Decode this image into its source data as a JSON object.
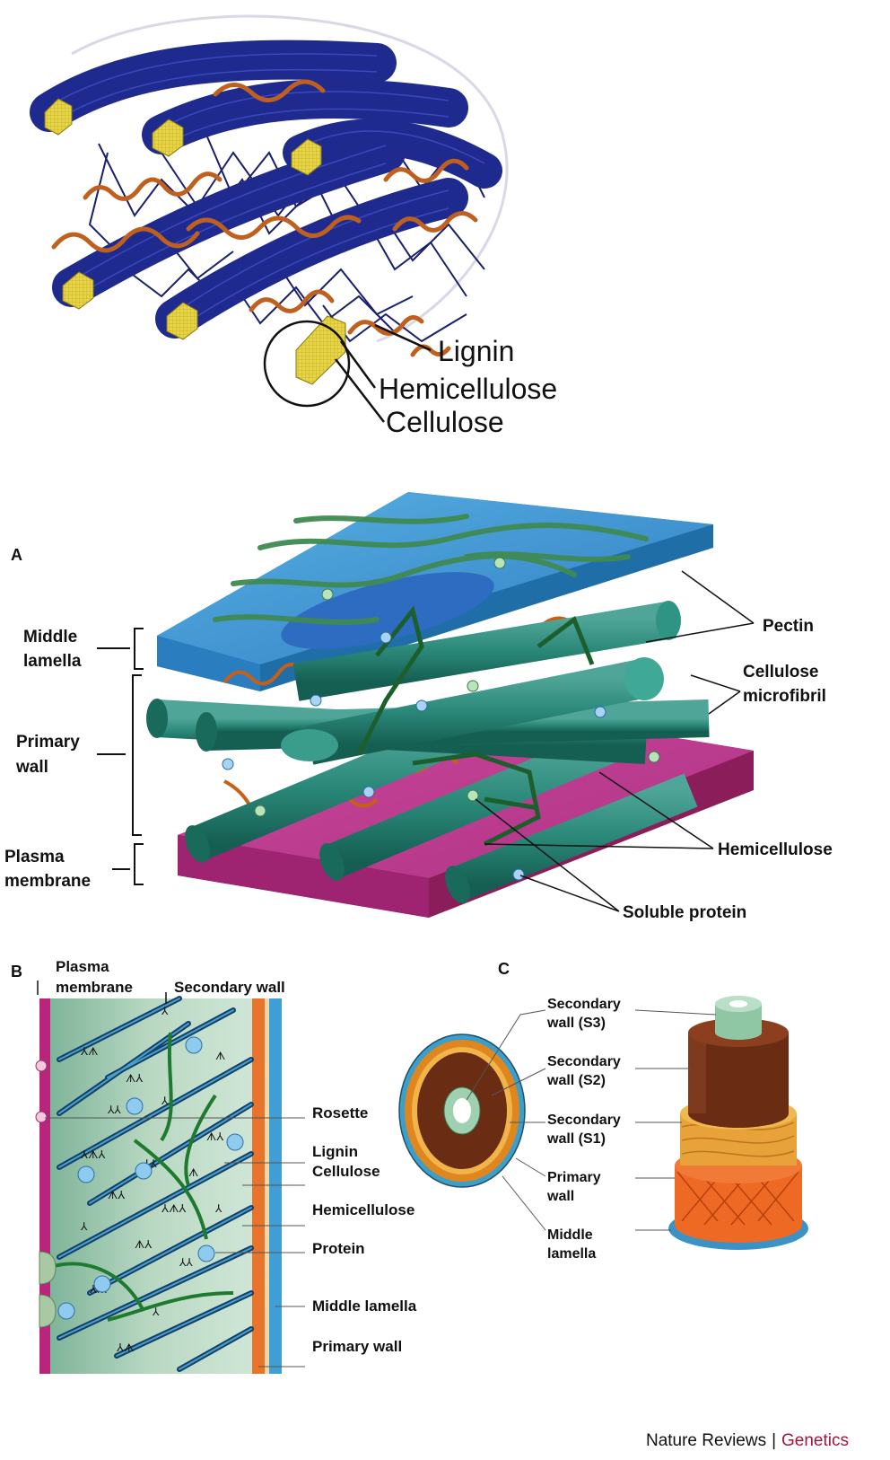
{
  "top_panel": {
    "labels": [
      "Lignin",
      "Hemicellulose",
      "Cellulose"
    ]
  },
  "panel_a": {
    "letter": "A",
    "left_labels": [
      {
        "line1": "Middle",
        "line2": "lamella"
      },
      {
        "line1": "Primary",
        "line2": "wall"
      },
      {
        "line1": "Plasma",
        "line2": "membrane"
      }
    ],
    "right_labels": {
      "pectin": "Pectin",
      "cellulose_line1": "Cellulose",
      "cellulose_line2": "microfibril",
      "hemicellulose": "Hemicellulose",
      "soluble_protein": "Soluble protein"
    }
  },
  "panel_b": {
    "letter": "B",
    "plasma_line1": "Plasma",
    "plasma_line2": "membrane",
    "secondary_wall": "Secondary wall",
    "labels": {
      "rosette": "Rosette",
      "lignin": "Lignin",
      "cellulose": "Cellulose",
      "hemicellulose": "Hemicellulose",
      "protein": "Protein",
      "middle_lamella": "Middle lamella",
      "primary_wall": "Primary wall"
    }
  },
  "panel_c": {
    "letter": "C",
    "labels": [
      {
        "line1": "Secondary",
        "line2": "wall (S3)"
      },
      {
        "line1": "Secondary",
        "line2": "wall (S2)"
      },
      {
        "line1": "Secondary",
        "line2": "wall (S1)"
      },
      {
        "line1": "Primary",
        "line2": "wall"
      },
      {
        "line1": "Middle",
        "line2": "lamella"
      }
    ]
  },
  "credit": {
    "journal": "Nature Reviews",
    "separator": "|",
    "subject": "Genetics"
  },
  "colors": {
    "cellulose_fiber": "#1f2a8f",
    "lignin": "#c0601e",
    "microfibril_teal": "#1f7a6c",
    "middle_lamella_blue": "#3f9ed6",
    "plasma_membrane_magenta": "#b8257a",
    "hemicellulose_green": "#1c6b2c",
    "s2_brown": "#6a2c13",
    "s1_orange": "#e39a2c",
    "primary_wall_orange": "#e8602a",
    "nature_red": "#a3163a"
  }
}
